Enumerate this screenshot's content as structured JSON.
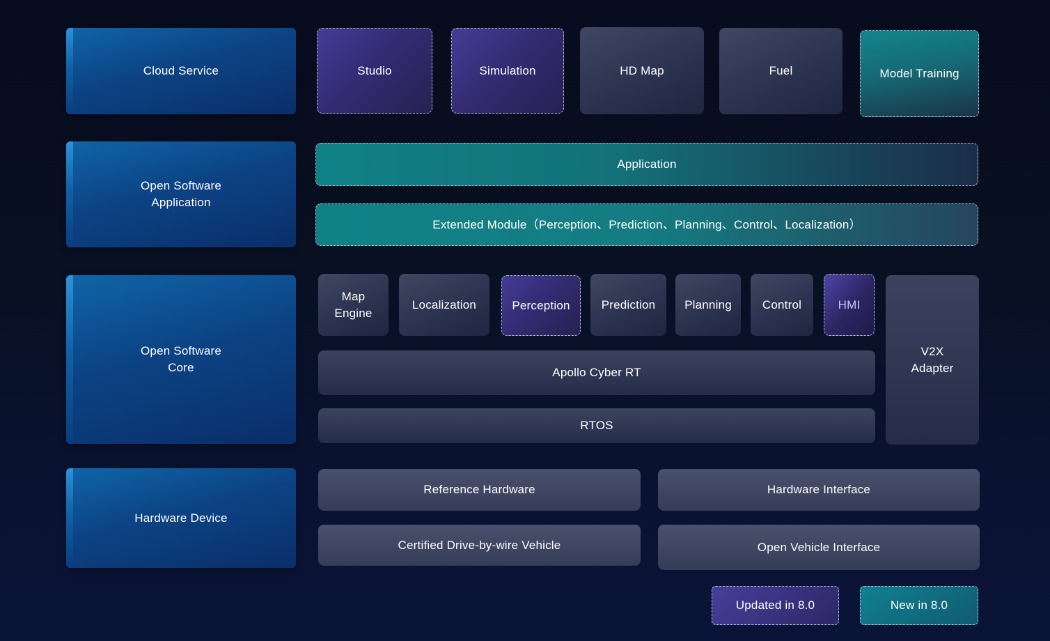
{
  "categories": [
    {
      "label": "Cloud Service"
    },
    {
      "label": "Open Software\nApplication"
    },
    {
      "label": "Open Software\nCore"
    },
    {
      "label": "Hardware Device"
    }
  ],
  "cloud": {
    "studio": "Studio",
    "simulation": "Simulation",
    "hd_map": "HD Map",
    "fuel": "Fuel",
    "model_training": "Model Training"
  },
  "application": {
    "application": "Application",
    "extended_module": "Extended Module（Perception、Prediction、Planning、Control、Localization）"
  },
  "core": {
    "modules": [
      "Map\nEngine",
      "Localization",
      "Perception",
      "Prediction",
      "Planning",
      "Control",
      "HMI"
    ],
    "cyber_rt": "Apollo Cyber RT",
    "rtos": "RTOS",
    "v2x": "V2X\nAdapter"
  },
  "hardware": {
    "reference_hardware": "Reference Hardware",
    "hardware_interface": "Hardware Interface",
    "certified_vehicle": "Certified Drive-by-wire Vehicle",
    "open_vehicle_interface": "Open Vehicle Interface"
  },
  "legend": {
    "updated": "Updated in 8.0",
    "new": "New in 8.0"
  },
  "colors": {
    "background_top": "#070c1e",
    "background_bottom": "#0a1438",
    "category_blue": "#0c4384",
    "accent_strip_blue": "#2b93d8",
    "updated_purple": "#453c97",
    "new_teal": "#108286",
    "module_slate": "#343b55",
    "hardware_slate": "#4a516c",
    "text": "#ffffff",
    "hmi_text": "#cbc4f6",
    "dashed_border": "#cbd1e4"
  }
}
